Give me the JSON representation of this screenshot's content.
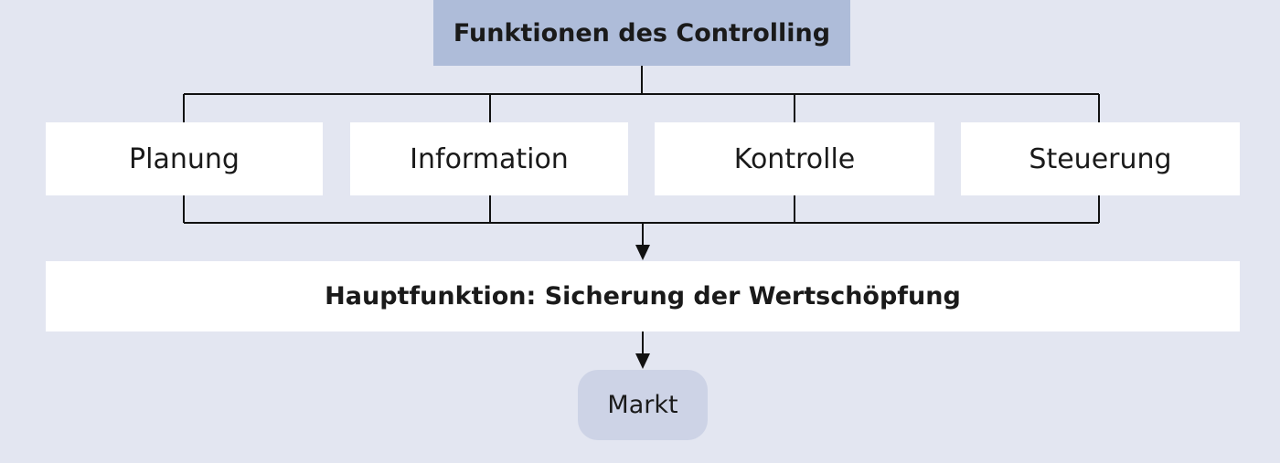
{
  "diagram": {
    "title": "Funktionen des Controlling",
    "functions": [
      {
        "label": "Planung"
      },
      {
        "label": "Information"
      },
      {
        "label": "Kontrolle"
      },
      {
        "label": "Steuerung"
      }
    ],
    "main_function": "Hauptfunktion: Sicherung der Wertschöpfung",
    "target": "Markt"
  }
}
